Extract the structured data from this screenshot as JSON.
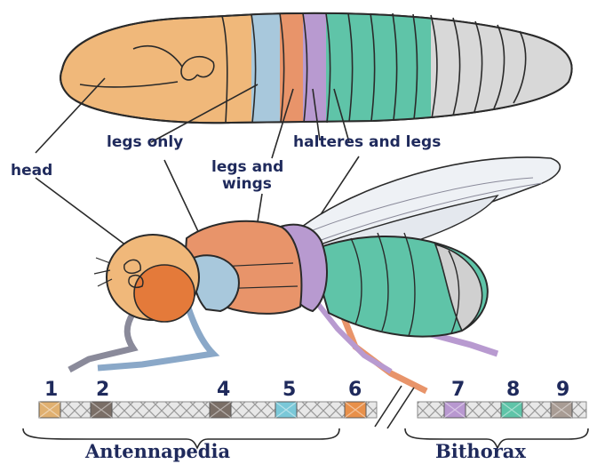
{
  "colors": {
    "head": "#f0b87a",
    "thorax": "#e8946a",
    "legs_only": "#a8c8dc",
    "halteres": "#b89ad0",
    "abdomen": "#5fc4a8",
    "tail": "#d8d8d8",
    "outline": "#2a2a2a",
    "text": "#1f2a5c"
  },
  "labels": {
    "head": "head",
    "legs_only": "legs only",
    "legs_and_wings_1": "legs and",
    "legs_and_wings_2": "wings",
    "halteres_and_legs": "halteres and legs"
  },
  "gene_map": {
    "numbers": [
      "1",
      "2",
      "4",
      "5",
      "6",
      "7",
      "8",
      "9"
    ],
    "swatch_colors": [
      "#e0b070",
      "#7a6e66",
      "#7a6e66",
      "#7ac8d8",
      "#e8904a",
      "#b898d0",
      "#5fc4a8",
      "#a89c94"
    ],
    "antennapedia": "Antennapedia",
    "bithorax": "Bithorax"
  }
}
